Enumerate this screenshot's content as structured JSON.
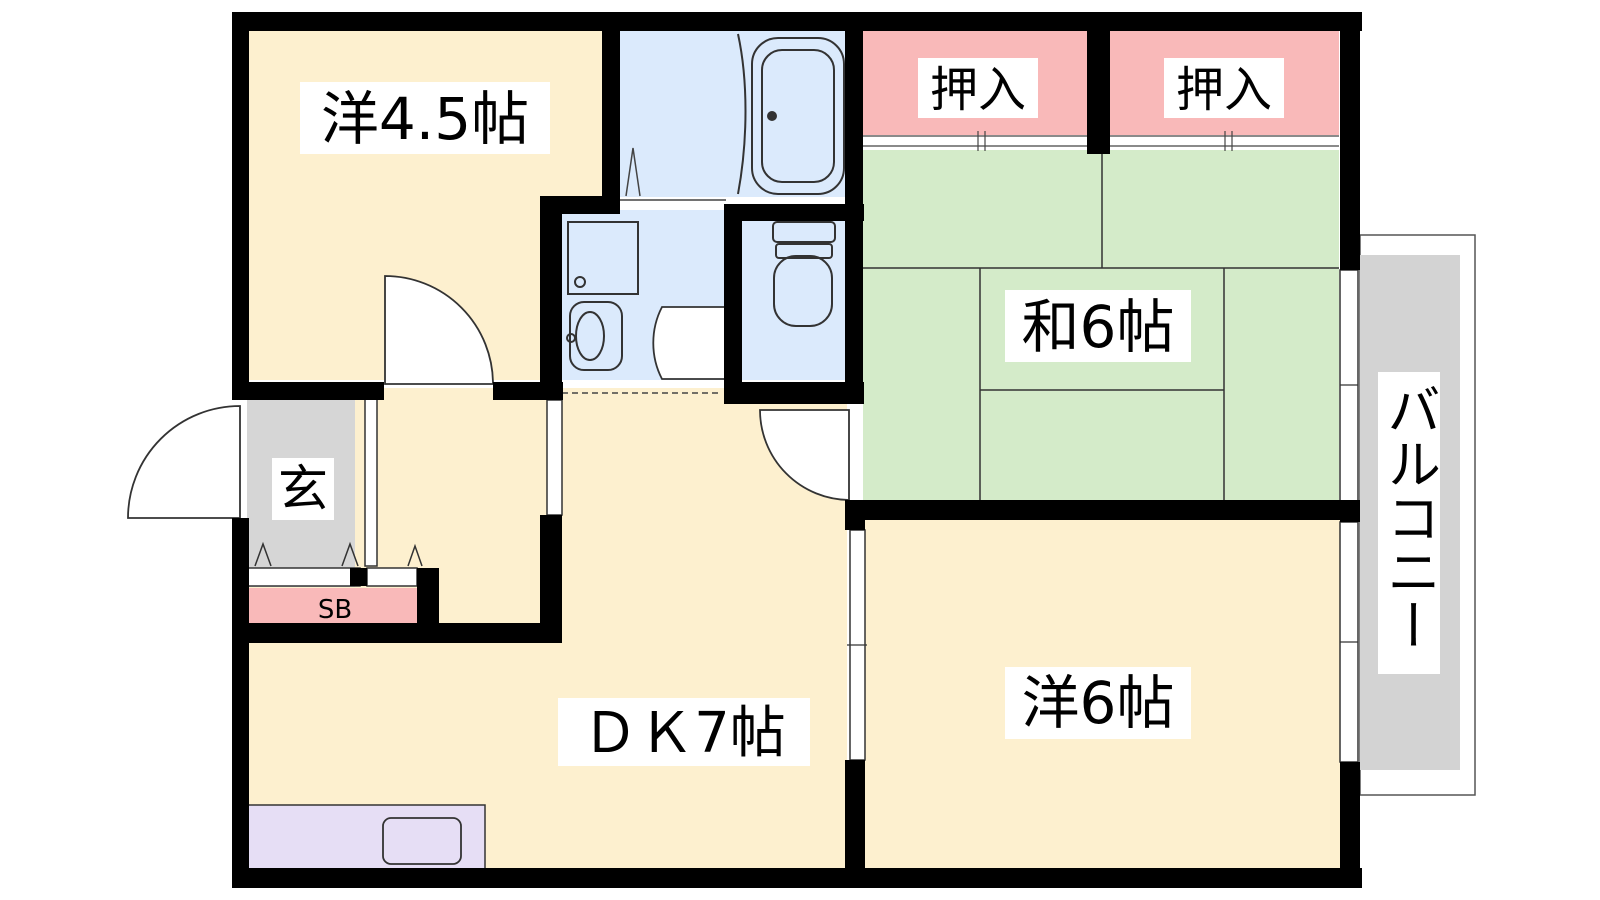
{
  "rooms": {
    "western_small": "洋4.5帖",
    "japanese": "和6帖",
    "western_large": "洋6帖",
    "dining_kitchen": "ＤＫ7帖",
    "entrance": "玄",
    "closet_left": "押入",
    "closet_right": "押入",
    "shoe_box": "SB",
    "balcony": "バルコニー"
  },
  "colors": {
    "wall": "#000000",
    "western_floor": "#fdf0cf",
    "wet_area": "#dbeafc",
    "tatami": "#d4ebc9",
    "closet": "#f9b9b9",
    "entrance_floor": "#d6d6d6",
    "balcony": "#d3d3d3",
    "kitchen_counter": "#e6def5"
  }
}
